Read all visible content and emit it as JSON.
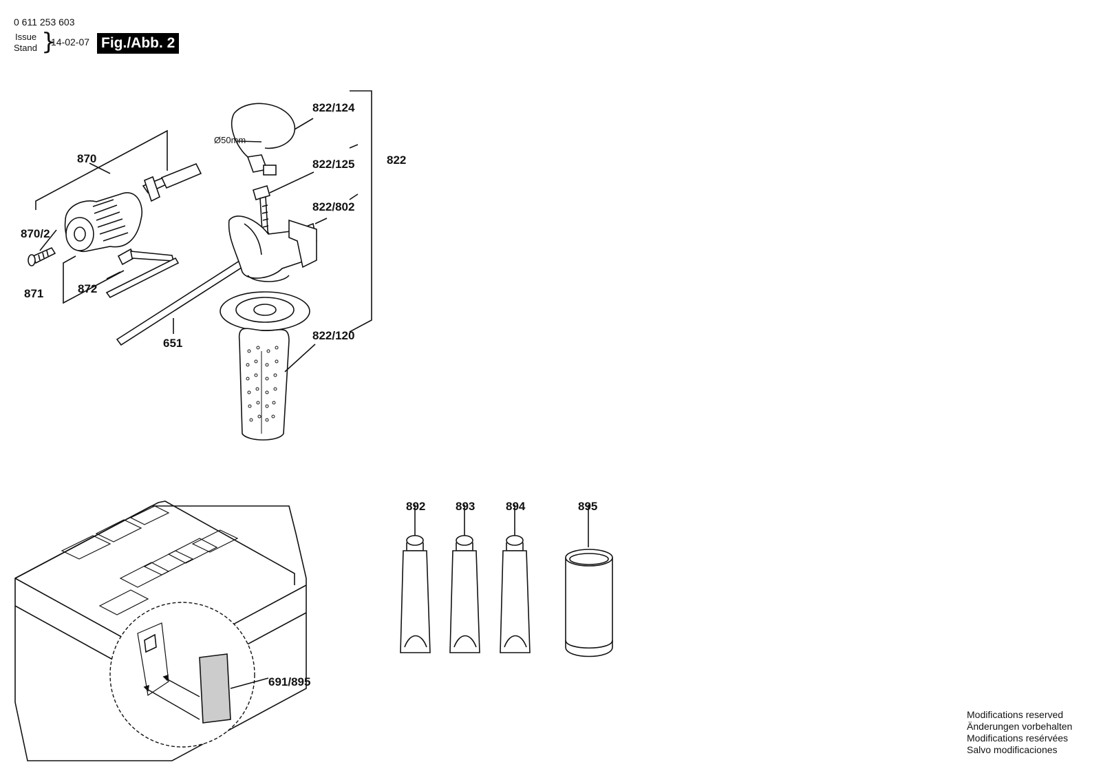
{
  "header": {
    "doc_number": "0 611 253 603",
    "issue_label": "Issue",
    "stand_label": "Stand",
    "issue_date": "14-02-07",
    "figure_label": "Fig./Abb. 2"
  },
  "callouts": {
    "c870": "870",
    "c870_2": "870/2",
    "c871": "871",
    "c872": "872",
    "c651": "651",
    "c822": "822",
    "c822_124": "822/124",
    "c822_125": "822/125",
    "c822_802": "822/802",
    "c822_120": "822/120",
    "c892": "892",
    "c893": "893",
    "c894": "894",
    "c895": "895",
    "c691_895": "691/895"
  },
  "dimension_label": "Ø50mm",
  "footer_notes": [
    "Modifications reserved",
    "Änderungen vorbehalten",
    "Modifications resérvées",
    "Salvo modificaciones"
  ]
}
